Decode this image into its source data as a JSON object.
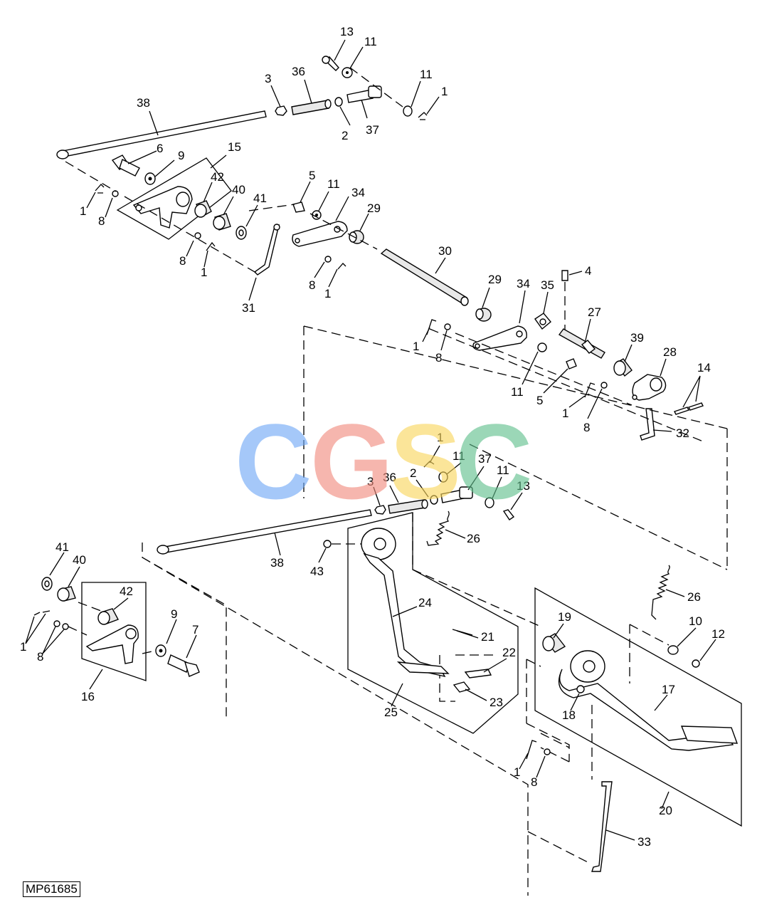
{
  "diagram_id": "MP61685",
  "watermark": "CGSC",
  "watermark_colors": [
    "#6fa8f6",
    "#f28b7d",
    "#f9d65c",
    "#5fbf8c"
  ],
  "labels": {
    "l13a": "13",
    "l11a": "11",
    "l3a": "3",
    "l36a": "36",
    "l11b": "11",
    "l1a": "1",
    "l38a": "38",
    "l2a": "2",
    "l37a": "37",
    "l6": "6",
    "l9a": "9",
    "l15": "15",
    "l42a": "42",
    "l40a": "40",
    "l41a": "41",
    "l1b": "1",
    "l8a": "8",
    "l8b": "8",
    "l1c": "1",
    "l5a": "5",
    "l11c": "11",
    "l34a": "34",
    "l29a": "29",
    "l30": "30",
    "l31": "31",
    "l8c": "8",
    "l1d": "1",
    "l4": "4",
    "l29b": "29",
    "l34b": "34",
    "l35": "35",
    "l27": "27",
    "l39": "39",
    "l28": "28",
    "l14": "14",
    "l1e": "1",
    "l8d": "8",
    "l11d": "11",
    "l5b": "5",
    "l1f": "1",
    "l8e": "8",
    "l32": "32",
    "l1g": "1",
    "l11e": "11",
    "l37b": "37",
    "l36b": "36",
    "l3b": "3",
    "l2b": "2",
    "l11f": "11",
    "l13b": "13",
    "l26a": "26",
    "l38b": "38",
    "l43": "43",
    "l24": "24",
    "l21": "21",
    "l22": "22",
    "l23": "23",
    "l25": "25",
    "l41b": "41",
    "l40b": "40",
    "l42b": "42",
    "l9b": "9",
    "l7": "7",
    "l1h": "1",
    "l8f": "8",
    "l16": "16",
    "l26b": "26",
    "l10": "10",
    "l12": "12",
    "l19": "19",
    "l18": "18",
    "l17": "17",
    "l20": "20",
    "l1i": "1",
    "l8g": "8",
    "l33": "33"
  }
}
